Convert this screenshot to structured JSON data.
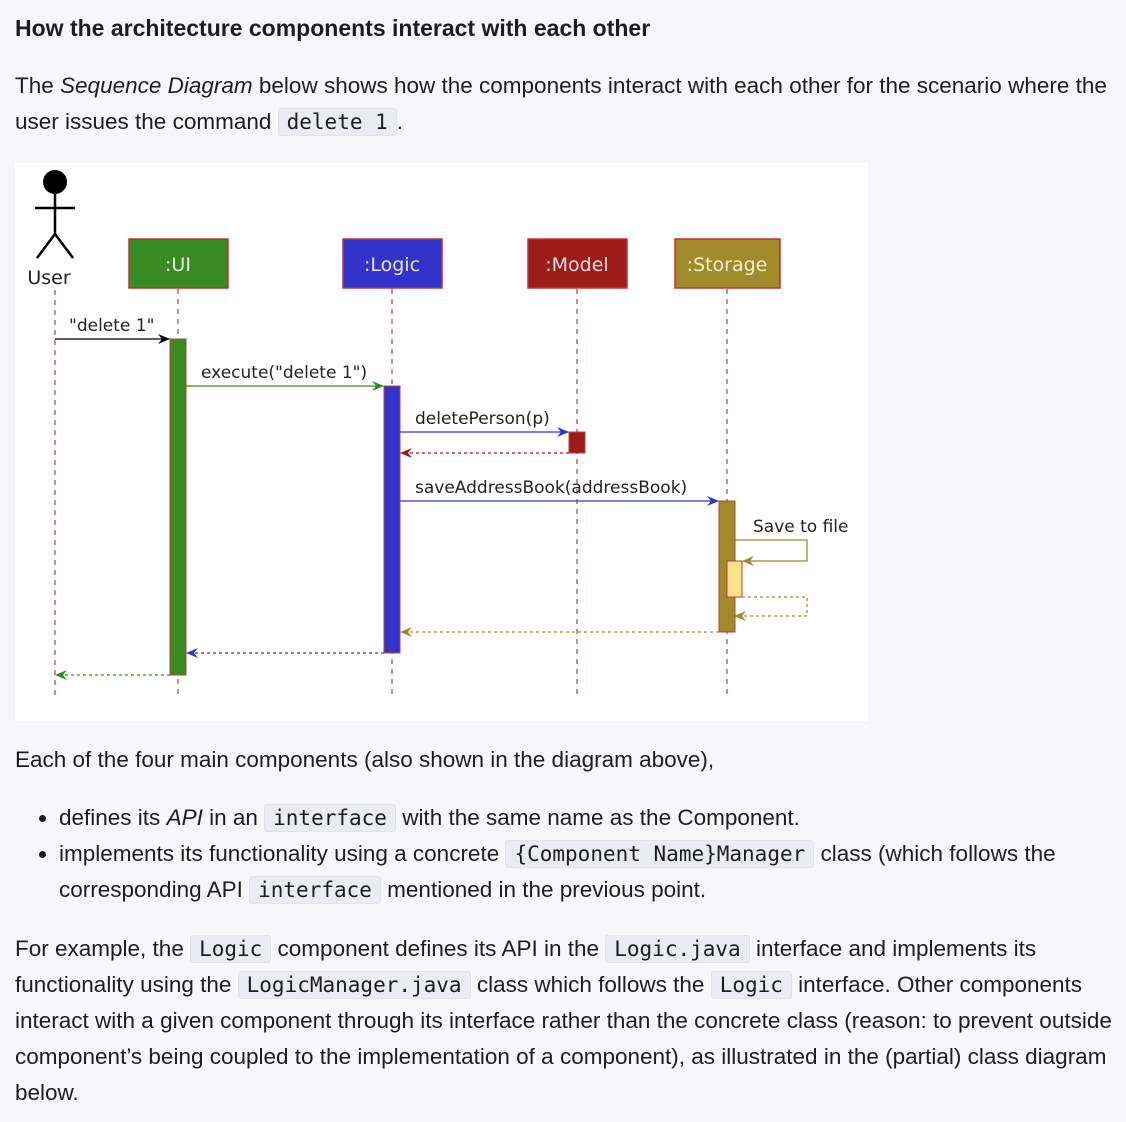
{
  "heading": "How the architecture components interact with each other",
  "intro": {
    "part1": "The ",
    "emph": "Sequence Diagram",
    "part2": " below shows how the components interact with each other for the scenario where the user issues the command ",
    "code": "delete 1",
    "part3": "."
  },
  "diagram": {
    "actor_label": "User",
    "participants": [
      {
        "name": ":UI",
        "color": "#3a8a22"
      },
      {
        "name": ":Logic",
        "color": "#3333cc"
      },
      {
        "name": ":Model",
        "color": "#9c1c1c"
      },
      {
        "name": ":Storage",
        "color": "#a08a2a"
      }
    ],
    "messages": {
      "user_to_ui": "\"delete 1\"",
      "ui_to_logic": "execute(\"delete 1\")",
      "logic_to_model": "deletePerson(p)",
      "logic_to_storage": "saveAddressBook(addressBook)",
      "storage_self": "Save to file"
    },
    "colors": {
      "ui": "#3a8a22",
      "logic": "#3333cc",
      "model": "#9c1c1c",
      "storage": "#a08a2a",
      "storage_self_activation": "#fce38a",
      "lifeline": "#b5403a"
    }
  },
  "para_components": "Each of the four main components (also shown in the diagram above),",
  "bullets": {
    "b1": {
      "t1": "defines its ",
      "emph": "API",
      "t2": " in an ",
      "code": "interface",
      "t3": " with the same name as the Component."
    },
    "b2": {
      "t1": "implements its functionality using a concrete ",
      "code1": "{Component Name}Manager",
      "t2": " class (which follows the corresponding API ",
      "code2": "interface",
      "t3": " mentioned in the previous point."
    }
  },
  "example": {
    "t1": "For example, the ",
    "c1": "Logic",
    "t2": " component defines its API in the ",
    "c2": "Logic.java",
    "t3": " interface and implements its functionality using the ",
    "c3": "LogicManager.java",
    "t4": " class which follows the ",
    "c4": "Logic",
    "t5": " interface. Other components interact with a given component through its interface rather than the concrete class (reason: to prevent outside component’s being coupled to the implementation of a component), as illustrated in the (partial) class diagram below."
  }
}
